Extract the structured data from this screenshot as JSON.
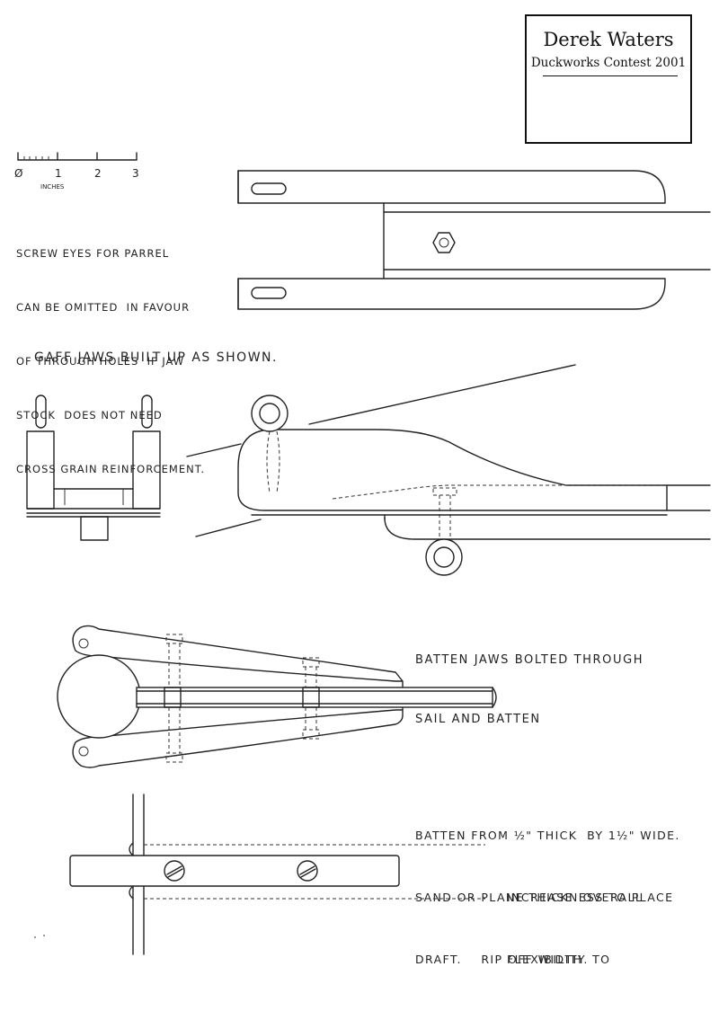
{
  "title_block": {
    "name": "Derek Waters",
    "contest": "Duckworks Contest 2001"
  },
  "scale": {
    "ticks": [
      "Ø",
      "1",
      "2",
      "3"
    ],
    "unit": "INCHES"
  },
  "notes": {
    "screw_eyes": [
      "SCREW EYES FOR PARREL",
      "CAN BE OMITTED  IN FAVOUR",
      "OF THROUGH HOLES  IF JAW",
      "STOCK  DOES NOT NEED",
      "CROSS GRAIN REINFORCEMENT."
    ],
    "gaff_jaws": "GAFF JAWS BUILT UP AS SHOWN.",
    "batten_jaws": [
      "BATTEN JAWS BOLTED THROUGH",
      "SAIL AND BATTEN"
    ],
    "batten_size": [
      "BATTEN FROM ½\" THICK  BY 1½\" WIDE.",
      "SAND OR PLANE THICKNESS TO PLACE",
      "DRAFT.    RIP OFF WIDTH  TO"
    ],
    "batten_flex": [
      "INCREASE  OVERALL",
      "FLEXIBILITY."
    ]
  }
}
